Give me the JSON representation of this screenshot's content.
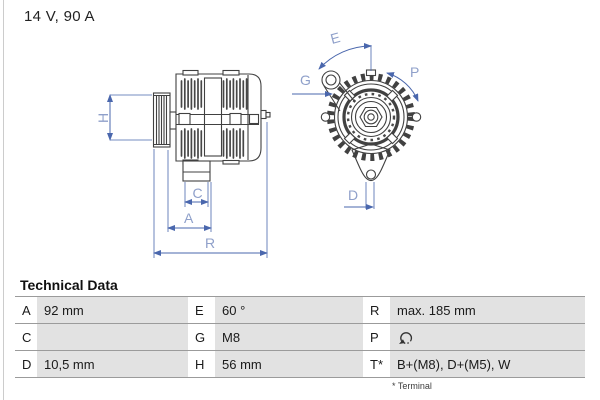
{
  "page": {
    "title": "14 V, 90 A"
  },
  "diagram": {
    "side_view": {
      "labels": {
        "h": "H",
        "c": "C",
        "a": "A",
        "r": "R"
      }
    },
    "front_view": {
      "labels": {
        "e": "E",
        "g": "G",
        "p": "P",
        "d": "D"
      }
    }
  },
  "table": {
    "heading": "Technical Data",
    "rows": [
      {
        "c1": {
          "key": "A",
          "value": "92 mm"
        },
        "c2": {
          "key": "E",
          "value": "60 °"
        },
        "c3": {
          "key": "R",
          "value": "max. 185 mm"
        }
      },
      {
        "c1": {
          "key": "C",
          "value": ""
        },
        "c2": {
          "key": "G",
          "value": "M8"
        },
        "c3": {
          "key": "P",
          "value": "",
          "icon": "rotation-direction"
        }
      },
      {
        "c1": {
          "key": "D",
          "value": "10,5 mm"
        },
        "c2": {
          "key": "H",
          "value": "56 mm"
        },
        "c3": {
          "key": "T*",
          "value": "B+(M8), D+(M5), W"
        }
      }
    ],
    "footnote": "* Terminal"
  },
  "colors": {
    "dimension_blue": "#4a67ad",
    "dimension_label_blue": "#8fa0ca",
    "drawing_line": "#414141",
    "table_cell_gray": "#e2e2e2",
    "table_border_gray": "#9b9b9b"
  }
}
